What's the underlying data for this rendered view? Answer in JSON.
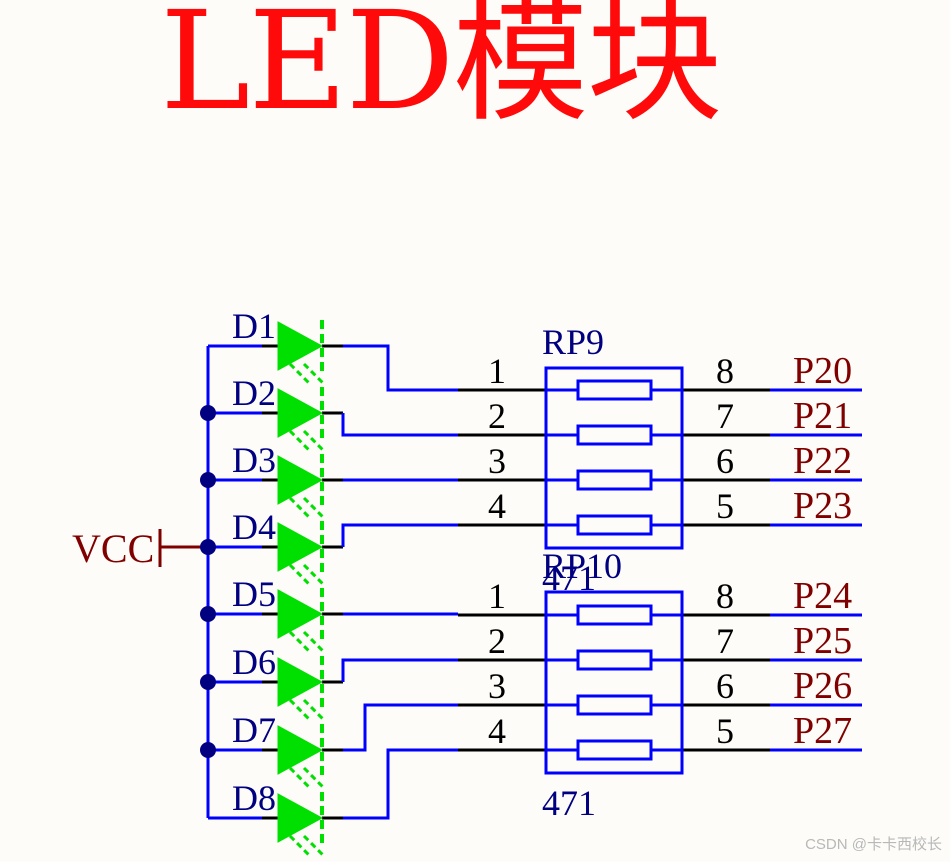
{
  "title": "LED模块",
  "vcc_label": "VCC",
  "leds": [
    "D1",
    "D2",
    "D3",
    "D4",
    "D5",
    "D6",
    "D7",
    "D8"
  ],
  "resistor_packs": [
    {
      "name": "RP9",
      "value": "471",
      "left_pins": [
        "1",
        "2",
        "3",
        "4"
      ],
      "right_pins": [
        "8",
        "7",
        "6",
        "5"
      ],
      "nets": [
        "P20",
        "P21",
        "P22",
        "P23"
      ]
    },
    {
      "name": "RP10",
      "value": "471",
      "left_pins": [
        "1",
        "2",
        "3",
        "4"
      ],
      "right_pins": [
        "8",
        "7",
        "6",
        "5"
      ],
      "nets": [
        "P24",
        "P25",
        "P26",
        "P27"
      ]
    }
  ],
  "watermark": "CSDN @卡卡西校长",
  "colors": {
    "wire": "#0000ff",
    "pin": "#000000",
    "led_fill": "#00e000",
    "led_stroke": "#0000a0",
    "component_text": "#000080",
    "net_text": "#800000",
    "title": "#ff0a0a",
    "junction": "#000080"
  }
}
